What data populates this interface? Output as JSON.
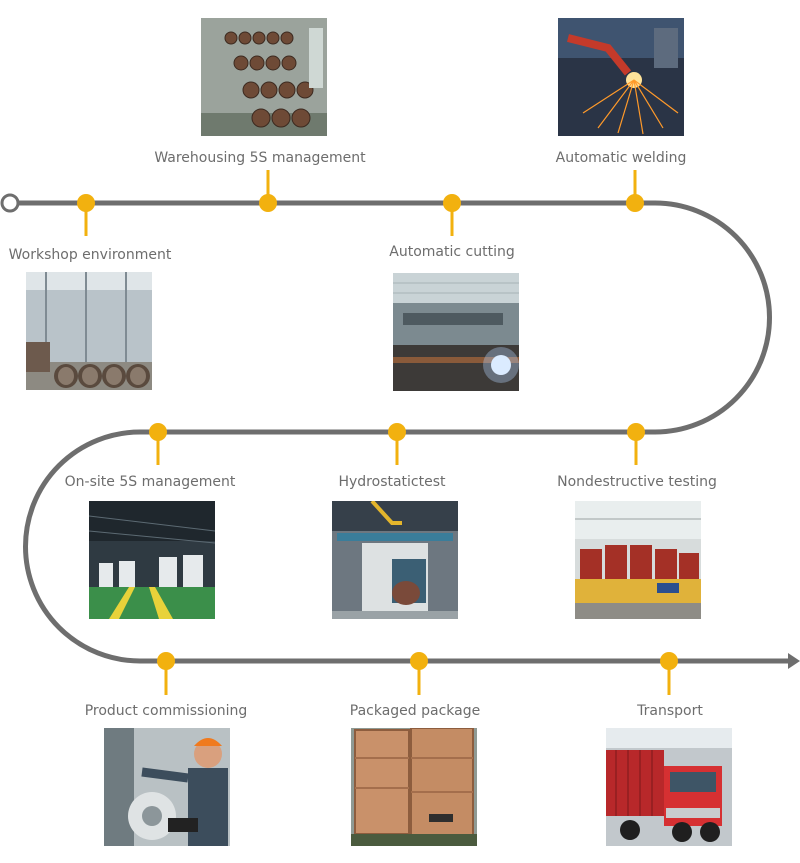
{
  "colors": {
    "track": "#6e6e6e",
    "node": "#f2b10f",
    "start_node_fill": "#ffffff",
    "label_text": "#6d6d6d"
  },
  "steps": [
    {
      "label": "Workshop environment",
      "photo": "workshop-photo"
    },
    {
      "label": "Warehousing 5S management",
      "photo": "warehouse-pipes-photo"
    },
    {
      "label": "Automatic cutting",
      "photo": "plasma-cutting-photo"
    },
    {
      "label": "Automatic welding",
      "photo": "robot-welding-photo"
    },
    {
      "label": "Nondestructive testing",
      "photo": "testing-area-photo"
    },
    {
      "label": "Hydrostatictest",
      "photo": "hydro-test-room-photo"
    },
    {
      "label": "On-site 5S management",
      "photo": "factory-floor-photo"
    },
    {
      "label": "Product commissioning",
      "photo": "engineer-commissioning-photo"
    },
    {
      "label": "Packaged package",
      "photo": "wooden-crates-photo"
    },
    {
      "label": "Transport",
      "photo": "red-truck-photo"
    }
  ]
}
